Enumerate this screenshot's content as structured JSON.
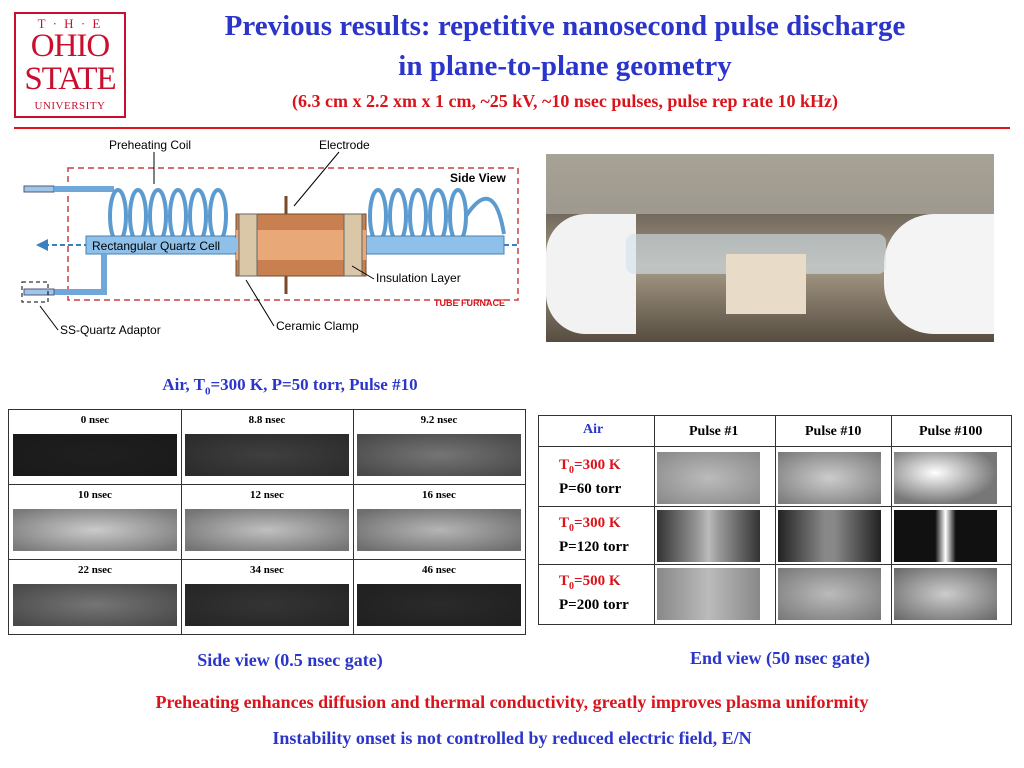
{
  "logo": {
    "the": "T · H · E",
    "ohio": "OHIO",
    "state": "STATE",
    "university": "UNIVERSITY"
  },
  "title_line1": "Previous results: repetitive nanosecond pulse discharge",
  "title_line2": "in plane-to-plane geometry",
  "subtitle": "(6.3 cm x 2.2 xm x 1 cm, ~25 kV, ~10 nsec pulses, pulse rep rate 10 kHz)",
  "diagram": {
    "preheating_coil": "Preheating Coil",
    "electrode": "Electrode",
    "side_view": "Side View",
    "quartz_cell": "Rectangular Quartz Cell",
    "insulation": "Insulation Layer",
    "tube_furnace": "TUBE FURNACE",
    "adaptor": "SS-Quartz Adaptor",
    "clamp": "Ceramic Clamp"
  },
  "side_caption": {
    "prefix": "Air, T",
    "sub": "0",
    "suffix": "=300 K, P=50 torr, Pulse #10"
  },
  "side_grid": {
    "times": [
      "0 nsec",
      "8.8 nsec",
      "9.2 nsec",
      "10 nsec",
      "12 nsec",
      "16 nsec",
      "22 nsec",
      "34 nsec",
      "46 nsec"
    ],
    "brightness": [
      0.05,
      0.2,
      0.45,
      0.85,
      0.8,
      0.75,
      0.45,
      0.15,
      0.1
    ]
  },
  "end_table": {
    "corner": "Air",
    "columns": [
      "Pulse #1",
      "Pulse #10",
      "Pulse #100"
    ],
    "rows": [
      {
        "t_prefix": "T",
        "t_sub": "0",
        "t_suffix": "=300 K",
        "p": "P=60 torr"
      },
      {
        "t_prefix": "T",
        "t_sub": "0",
        "t_suffix": "=300 K",
        "p": "P=120 torr"
      },
      {
        "t_prefix": "T",
        "t_sub": "0",
        "t_suffix": "=500 K",
        "p": "P=200 torr"
      }
    ]
  },
  "side_view_caption": "Side view (0.5 nsec gate)",
  "end_view_caption": "End view (50 nsec gate)",
  "conclusion1": "Preheating enhances diffusion and thermal conductivity, greatly improves plasma uniformity",
  "conclusion2": "Instability onset is not controlled by reduced electric field, E/N",
  "colors": {
    "blue": "#2b35c9",
    "red": "#d8141c"
  }
}
